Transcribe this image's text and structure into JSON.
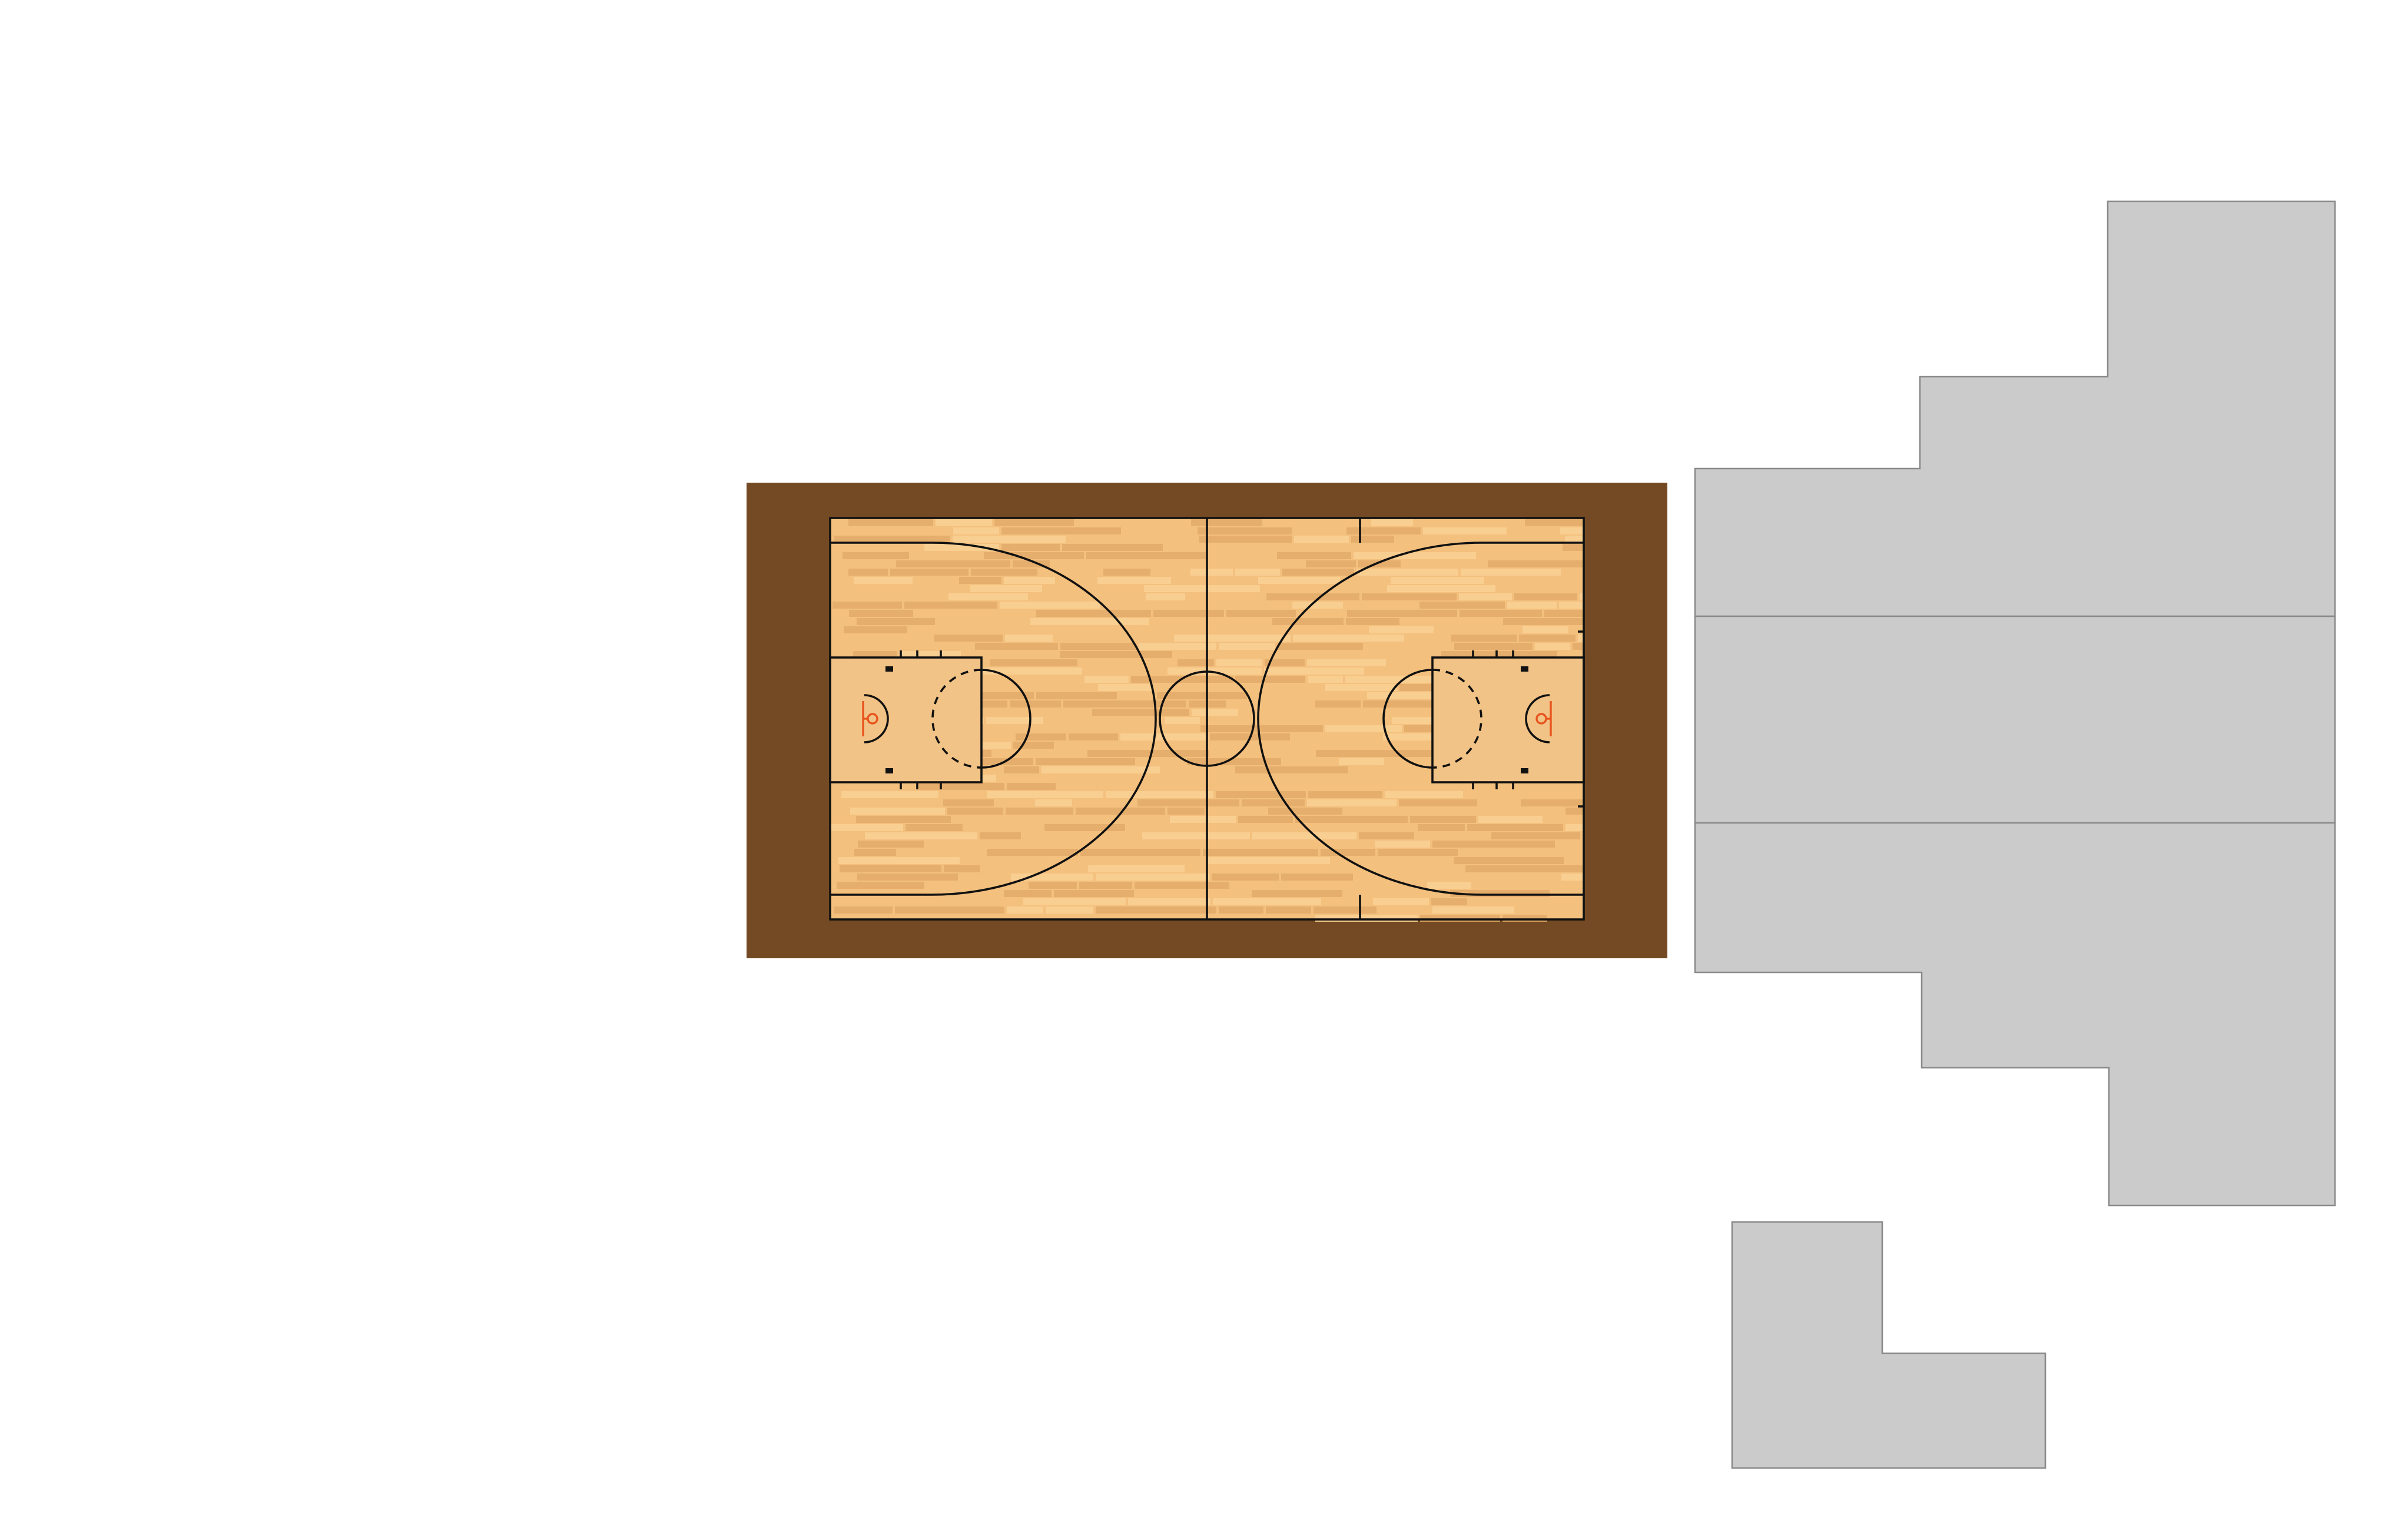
{
  "colors": {
    "background": "#ffffff",
    "apron": "#744a24",
    "floor_base": "#f4c07e",
    "floor_plank_dark": "#e2aa68",
    "floor_plank_light": "#f9cf94",
    "key_paint": "#f2c386",
    "court_lines": "#111111",
    "hoop": "#e8541e",
    "section_fill": "#cbcbcb",
    "section_stroke": "#8a8a8a"
  },
  "court": {
    "floor": "hardwood",
    "apron": "wood-border",
    "features": [
      "center-circle",
      "half-court-line",
      "three-point-arcs",
      "free-throw-lanes",
      "baskets"
    ]
  },
  "sections": [
    {
      "id": "upper-right",
      "shape": "stepped-block"
    },
    {
      "id": "middle-right",
      "shape": "rectangle"
    },
    {
      "id": "lower-right",
      "shape": "stepped-block"
    },
    {
      "id": "bottom-l-shape",
      "shape": "l-shape"
    }
  ]
}
